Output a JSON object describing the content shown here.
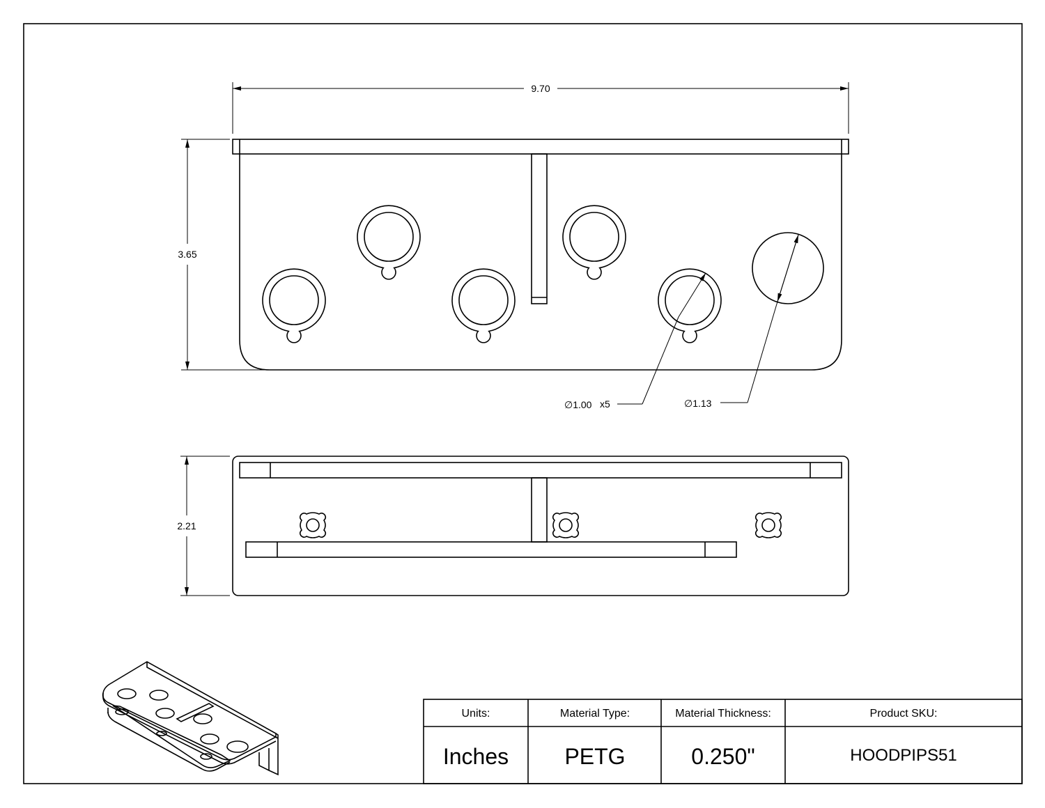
{
  "dimensions": {
    "width": "9.70",
    "height_top": "3.65",
    "height_bottom": "2.21",
    "hole_small": "∅1.00",
    "hole_small_qty": "x5",
    "hole_large": "∅1.13"
  },
  "title_block": {
    "units_label": "Units:",
    "units_value": "Inches",
    "material_label": "Material Type:",
    "material_value": "PETG",
    "thickness_label": "Material Thickness:",
    "thickness_value": "0.250\"",
    "sku_label": "Product SKU:",
    "sku_value": "HOODPIPS51"
  }
}
